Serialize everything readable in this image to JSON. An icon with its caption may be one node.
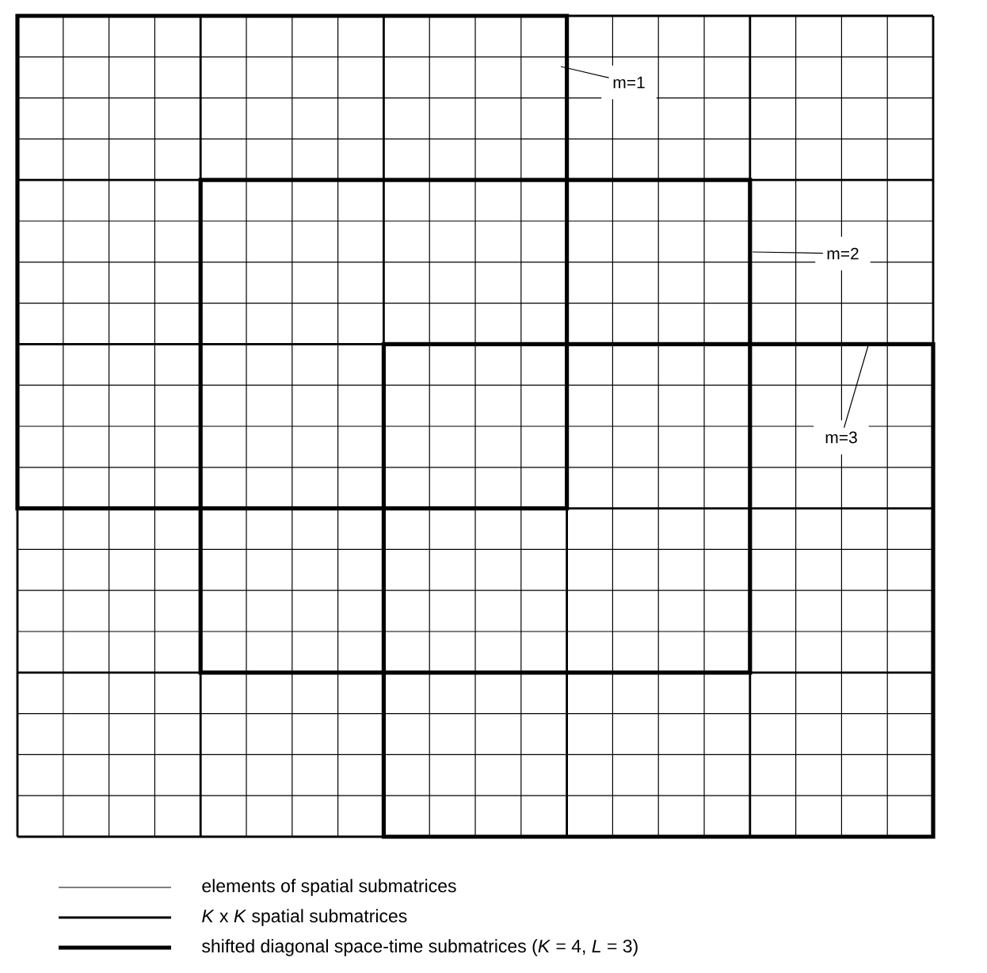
{
  "diagram": {
    "nodes": [
      {
        "text": [
          "m=1"
        ]
      },
      {
        "text": [
          "m=2"
        ]
      },
      {
        "text": [
          "m=3"
        ]
      }
    ],
    "edges": [
      {
        "from": 0,
        "to": null,
        "arrow": "none"
      },
      {
        "from": 1,
        "to": null,
        "arrow": "none"
      },
      {
        "from": 2,
        "to": null,
        "arrow": "none"
      }
    ],
    "legend": [
      {
        "text": "elements of spatial submatrices"
      },
      {
        "text": "*K* x *K* spatial submatrices"
      },
      {
        "text": "shifted diagonal space-time submatrices (*K* = 4, *L* = 3)"
      }
    ]
  }
}
